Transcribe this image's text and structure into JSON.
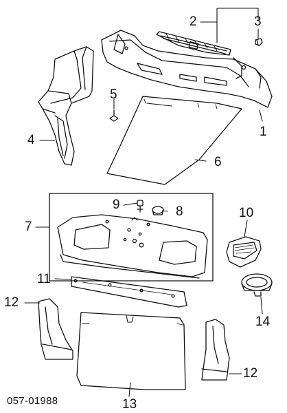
{
  "diagram": {
    "part_number": "057-01988",
    "callouts": [
      {
        "id": "1",
        "label": "1"
      },
      {
        "id": "2",
        "label": "2"
      },
      {
        "id": "3",
        "label": "3"
      },
      {
        "id": "4",
        "label": "4"
      },
      {
        "id": "5",
        "label": "5"
      },
      {
        "id": "6",
        "label": "6"
      },
      {
        "id": "7",
        "label": "7"
      },
      {
        "id": "8",
        "label": "8"
      },
      {
        "id": "9",
        "label": "9"
      },
      {
        "id": "10",
        "label": "10"
      },
      {
        "id": "11",
        "label": "11"
      },
      {
        "id": "12a",
        "label": "12"
      },
      {
        "id": "12b",
        "label": "12"
      },
      {
        "id": "13",
        "label": "13"
      },
      {
        "id": "14",
        "label": "14"
      }
    ],
    "colors": {
      "line": "#111111",
      "background": "#ffffff"
    }
  }
}
